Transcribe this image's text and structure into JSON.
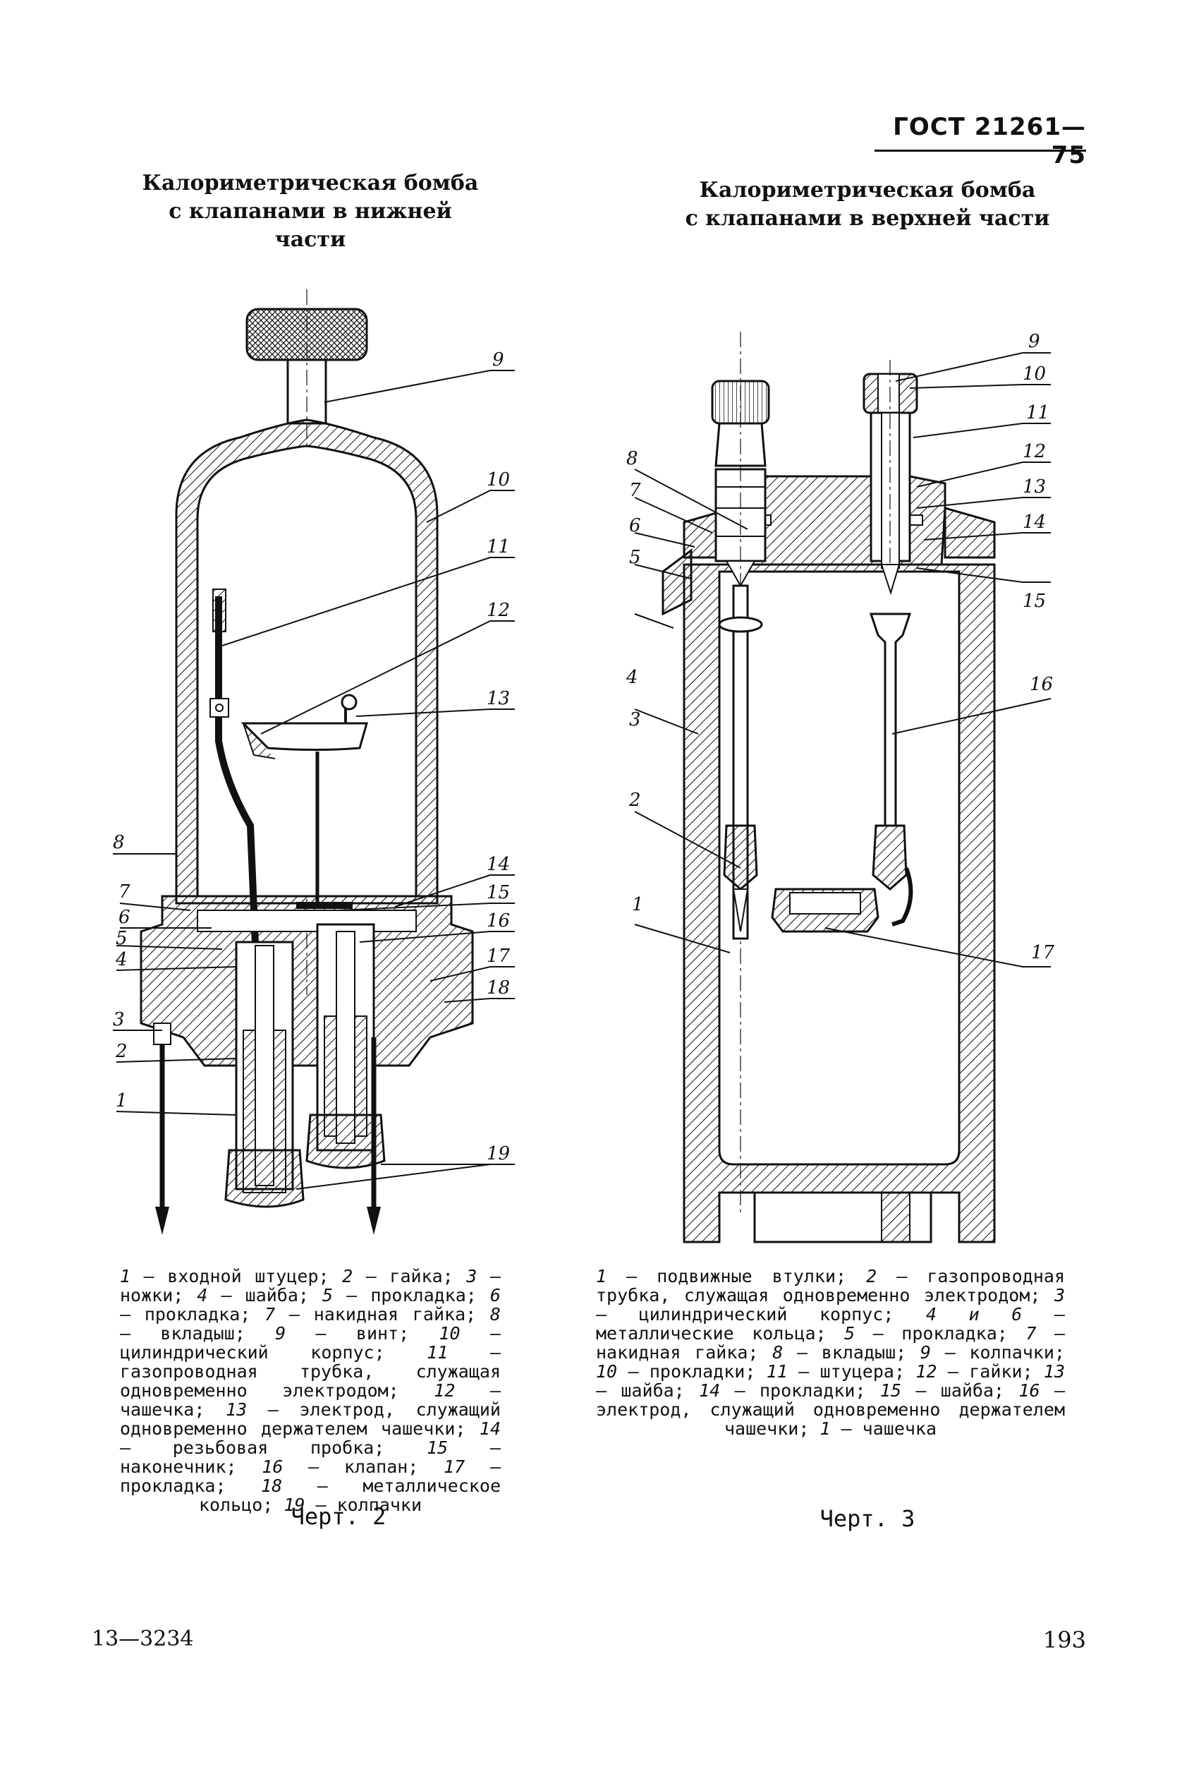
{
  "header": {
    "standard_code": "ГОСТ 21261—75"
  },
  "figure_left": {
    "title_lines": [
      "Калориметрическая бомба",
      "с клапанами в нижней",
      "части"
    ],
    "callouts": [
      "1",
      "2",
      "3",
      "4",
      "5",
      "6",
      "7",
      "8",
      "9",
      "10",
      "11",
      "12",
      "13",
      "14",
      "15",
      "16",
      "17",
      "18",
      "19"
    ],
    "legend": [
      {
        "n": "1",
        "text": "входной штуцер;"
      },
      {
        "n": "2",
        "text": "гайка;"
      },
      {
        "n": "3",
        "text": "ножки;"
      },
      {
        "n": "4",
        "text": "шайба;"
      },
      {
        "n": "5",
        "text": "прокладка;"
      },
      {
        "n": "6",
        "text": "прокладка;"
      },
      {
        "n": "7",
        "text": "накидная гайка;"
      },
      {
        "n": "8",
        "text": "вкладыш;"
      },
      {
        "n": "9",
        "text": "винт;"
      },
      {
        "n": "10",
        "text": "цилиндрический корпус;"
      },
      {
        "n": "11",
        "text": "газопроводная трубка, служащая одновременно электродом;"
      },
      {
        "n": "12",
        "text": "чашечка;"
      },
      {
        "n": "13",
        "text": "электрод, служащий одновременно держателем чашечки;"
      },
      {
        "n": "14",
        "text": "резьбовая пробка;"
      },
      {
        "n": "15",
        "text": "наконечник;"
      },
      {
        "n": "16",
        "text": "клапан;"
      },
      {
        "n": "17",
        "text": "прокладка;"
      },
      {
        "n": "18",
        "text": "металлическое кольцо;"
      },
      {
        "n": "19",
        "text": "колпачки"
      }
    ],
    "caption": "Черт. 2"
  },
  "figure_right": {
    "title_lines": [
      "Калориметрическая бомба",
      "с клапанами в верхней части"
    ],
    "callouts": [
      "1",
      "2",
      "3",
      "4",
      "5",
      "6",
      "7",
      "8",
      "9",
      "10",
      "11",
      "12",
      "13",
      "14",
      "15",
      "16",
      "17"
    ],
    "legend": [
      {
        "n": "1",
        "text": "подвижные втулки;"
      },
      {
        "n": "2",
        "text": "газопроводная трубка, служащая одновременно электродом;"
      },
      {
        "n": "3",
        "text": "цилиндрический корпус;"
      },
      {
        "n": "4 и 6",
        "text": "металлические кольца;"
      },
      {
        "n": "5",
        "text": "прокладка;"
      },
      {
        "n": "7",
        "text": "накидная гайка;"
      },
      {
        "n": "8",
        "text": "вкладыш;"
      },
      {
        "n": "9",
        "text": "колпачки;"
      },
      {
        "n": "10",
        "text": "прокладки;"
      },
      {
        "n": "11",
        "text": "штуцера;"
      },
      {
        "n": "12",
        "text": "гайки;"
      },
      {
        "n": "13",
        "text": "шайба;"
      },
      {
        "n": "14",
        "text": "прокладки;"
      },
      {
        "n": "15",
        "text": "шайба;"
      },
      {
        "n": "16",
        "text": "электрод, служащий одновременно держателем чашечки;"
      },
      {
        "n": "1",
        "text": "чашечка"
      }
    ],
    "caption": "Черт. 3"
  },
  "footer": {
    "signature": "13—3234",
    "page_number": "193"
  }
}
